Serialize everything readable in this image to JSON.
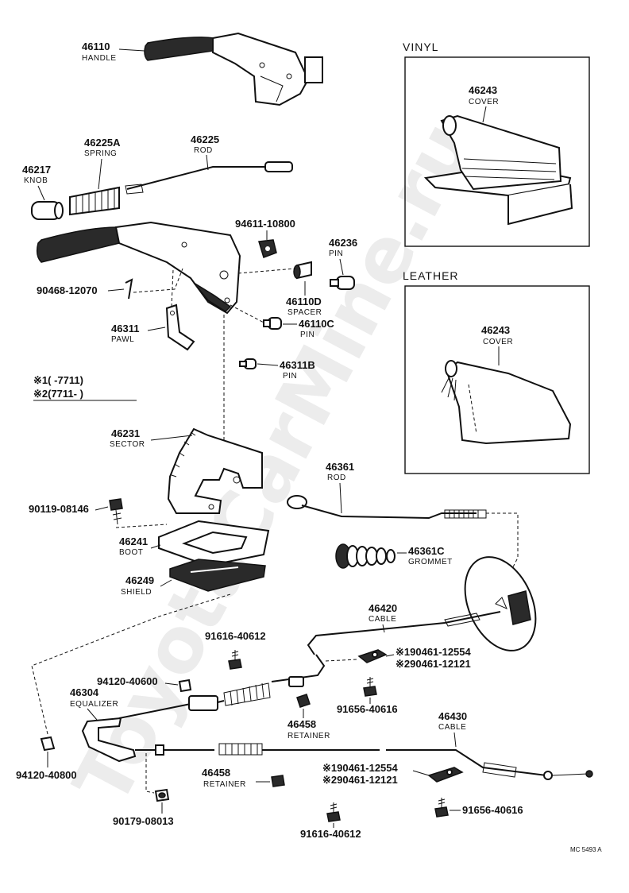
{
  "watermark": "ToyotaCarMine.ru",
  "doc_code": "MC  5493 A",
  "boxes": {
    "vinyl": {
      "title": "VINYL",
      "part_no": "46243",
      "name": "COVER"
    },
    "leather": {
      "title": "LEATHER",
      "part_no": "46243",
      "name": "COVER"
    }
  },
  "legend": {
    "line1": "※1(     -7711)",
    "line2": "※2(7711-       )"
  },
  "parts": {
    "handle": {
      "no": "46110",
      "name": "HANDLE"
    },
    "spring": {
      "no": "46225A",
      "name": "SPRING"
    },
    "rod": {
      "no": "46225",
      "name": "ROD"
    },
    "knob": {
      "no": "46217",
      "name": "KNOB"
    },
    "nut_94611": {
      "no": "94611-10800"
    },
    "pin_46236": {
      "no": "46236",
      "name": "PIN"
    },
    "clip_90468": {
      "no": "90468-12070"
    },
    "spacer": {
      "no": "46110D",
      "name": "SPACER"
    },
    "pin_46110c": {
      "no": "46110C",
      "name": "PIN"
    },
    "pawl": {
      "no": "46311",
      "name": "PAWL"
    },
    "pin_46311b": {
      "no": "46311B",
      "name": "PIN"
    },
    "sector": {
      "no": "46231",
      "name": "SECTOR"
    },
    "bolt_90119": {
      "no": "90119-08146"
    },
    "rod_46361": {
      "no": "46361",
      "name": "ROD"
    },
    "boot": {
      "no": "46241",
      "name": "BOOT"
    },
    "grommet": {
      "no": "46361C",
      "name": "GROMMET"
    },
    "shield": {
      "no": "46249",
      "name": "SHIELD"
    },
    "cable_46420": {
      "no": "46420",
      "name": "CABLE"
    },
    "bolt_91616_a": {
      "no": "91616-40612"
    },
    "clip_a1": {
      "no": "※190461-12554"
    },
    "clip_a2": {
      "no": "※290461-12121"
    },
    "nut_94120_600": {
      "no": "94120-40600"
    },
    "equalizer": {
      "no": "46304",
      "name": "EQUALIZER"
    },
    "bolt_91656_a": {
      "no": "91656-40616"
    },
    "retainer_a": {
      "no": "46458",
      "name": "RETAINER"
    },
    "cable_46430": {
      "no": "46430",
      "name": "CABLE"
    },
    "nut_94120_800": {
      "no": "94120-40800"
    },
    "clip_b1": {
      "no": "※190461-12554"
    },
    "clip_b2": {
      "no": "※290461-12121"
    },
    "retainer_b": {
      "no": "46458",
      "name": "RETAINER"
    },
    "bolt_91656_b": {
      "no": "91656-40616"
    },
    "nut_90179": {
      "no": "90179-08013"
    },
    "bolt_91616_b": {
      "no": "91616-40612"
    }
  }
}
